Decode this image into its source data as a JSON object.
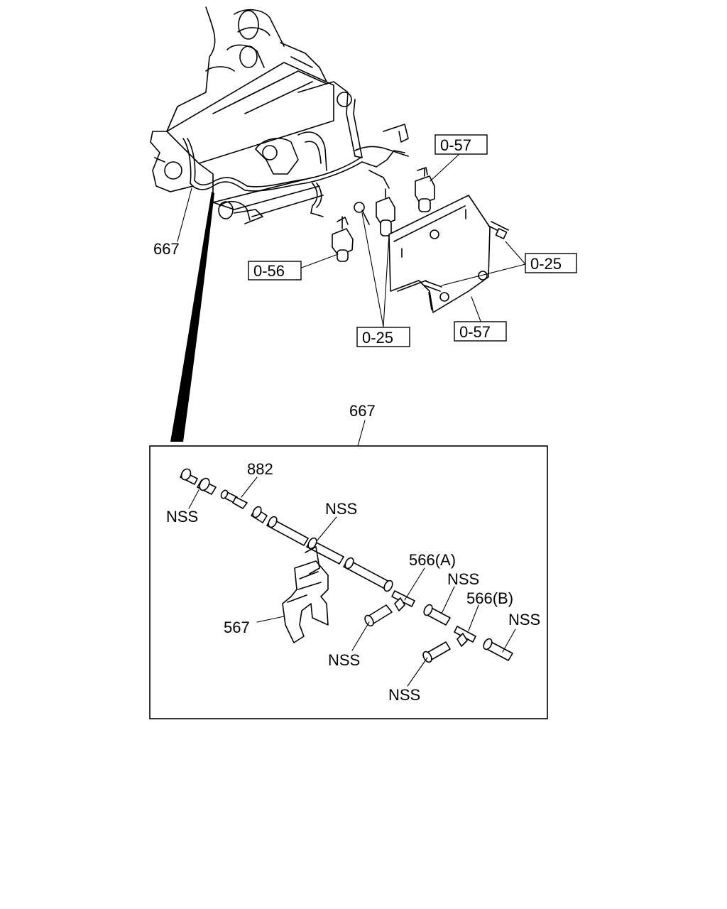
{
  "labels": {
    "top_hose": "667",
    "callout_056": "0-56",
    "callout_057_top": "0-57",
    "callout_025_right": "0-25",
    "callout_025_bottom": "0-25",
    "callout_057_bottom": "0-57",
    "detail_title": "667",
    "part_882": "882",
    "part_567": "567",
    "part_566a": "566(A)",
    "part_566b": "566(B)",
    "nss_1": "NSS",
    "nss_2": "NSS",
    "nss_3": "NSS",
    "nss_4": "NSS",
    "nss_5": "NSS",
    "nss_6": "NSS"
  }
}
